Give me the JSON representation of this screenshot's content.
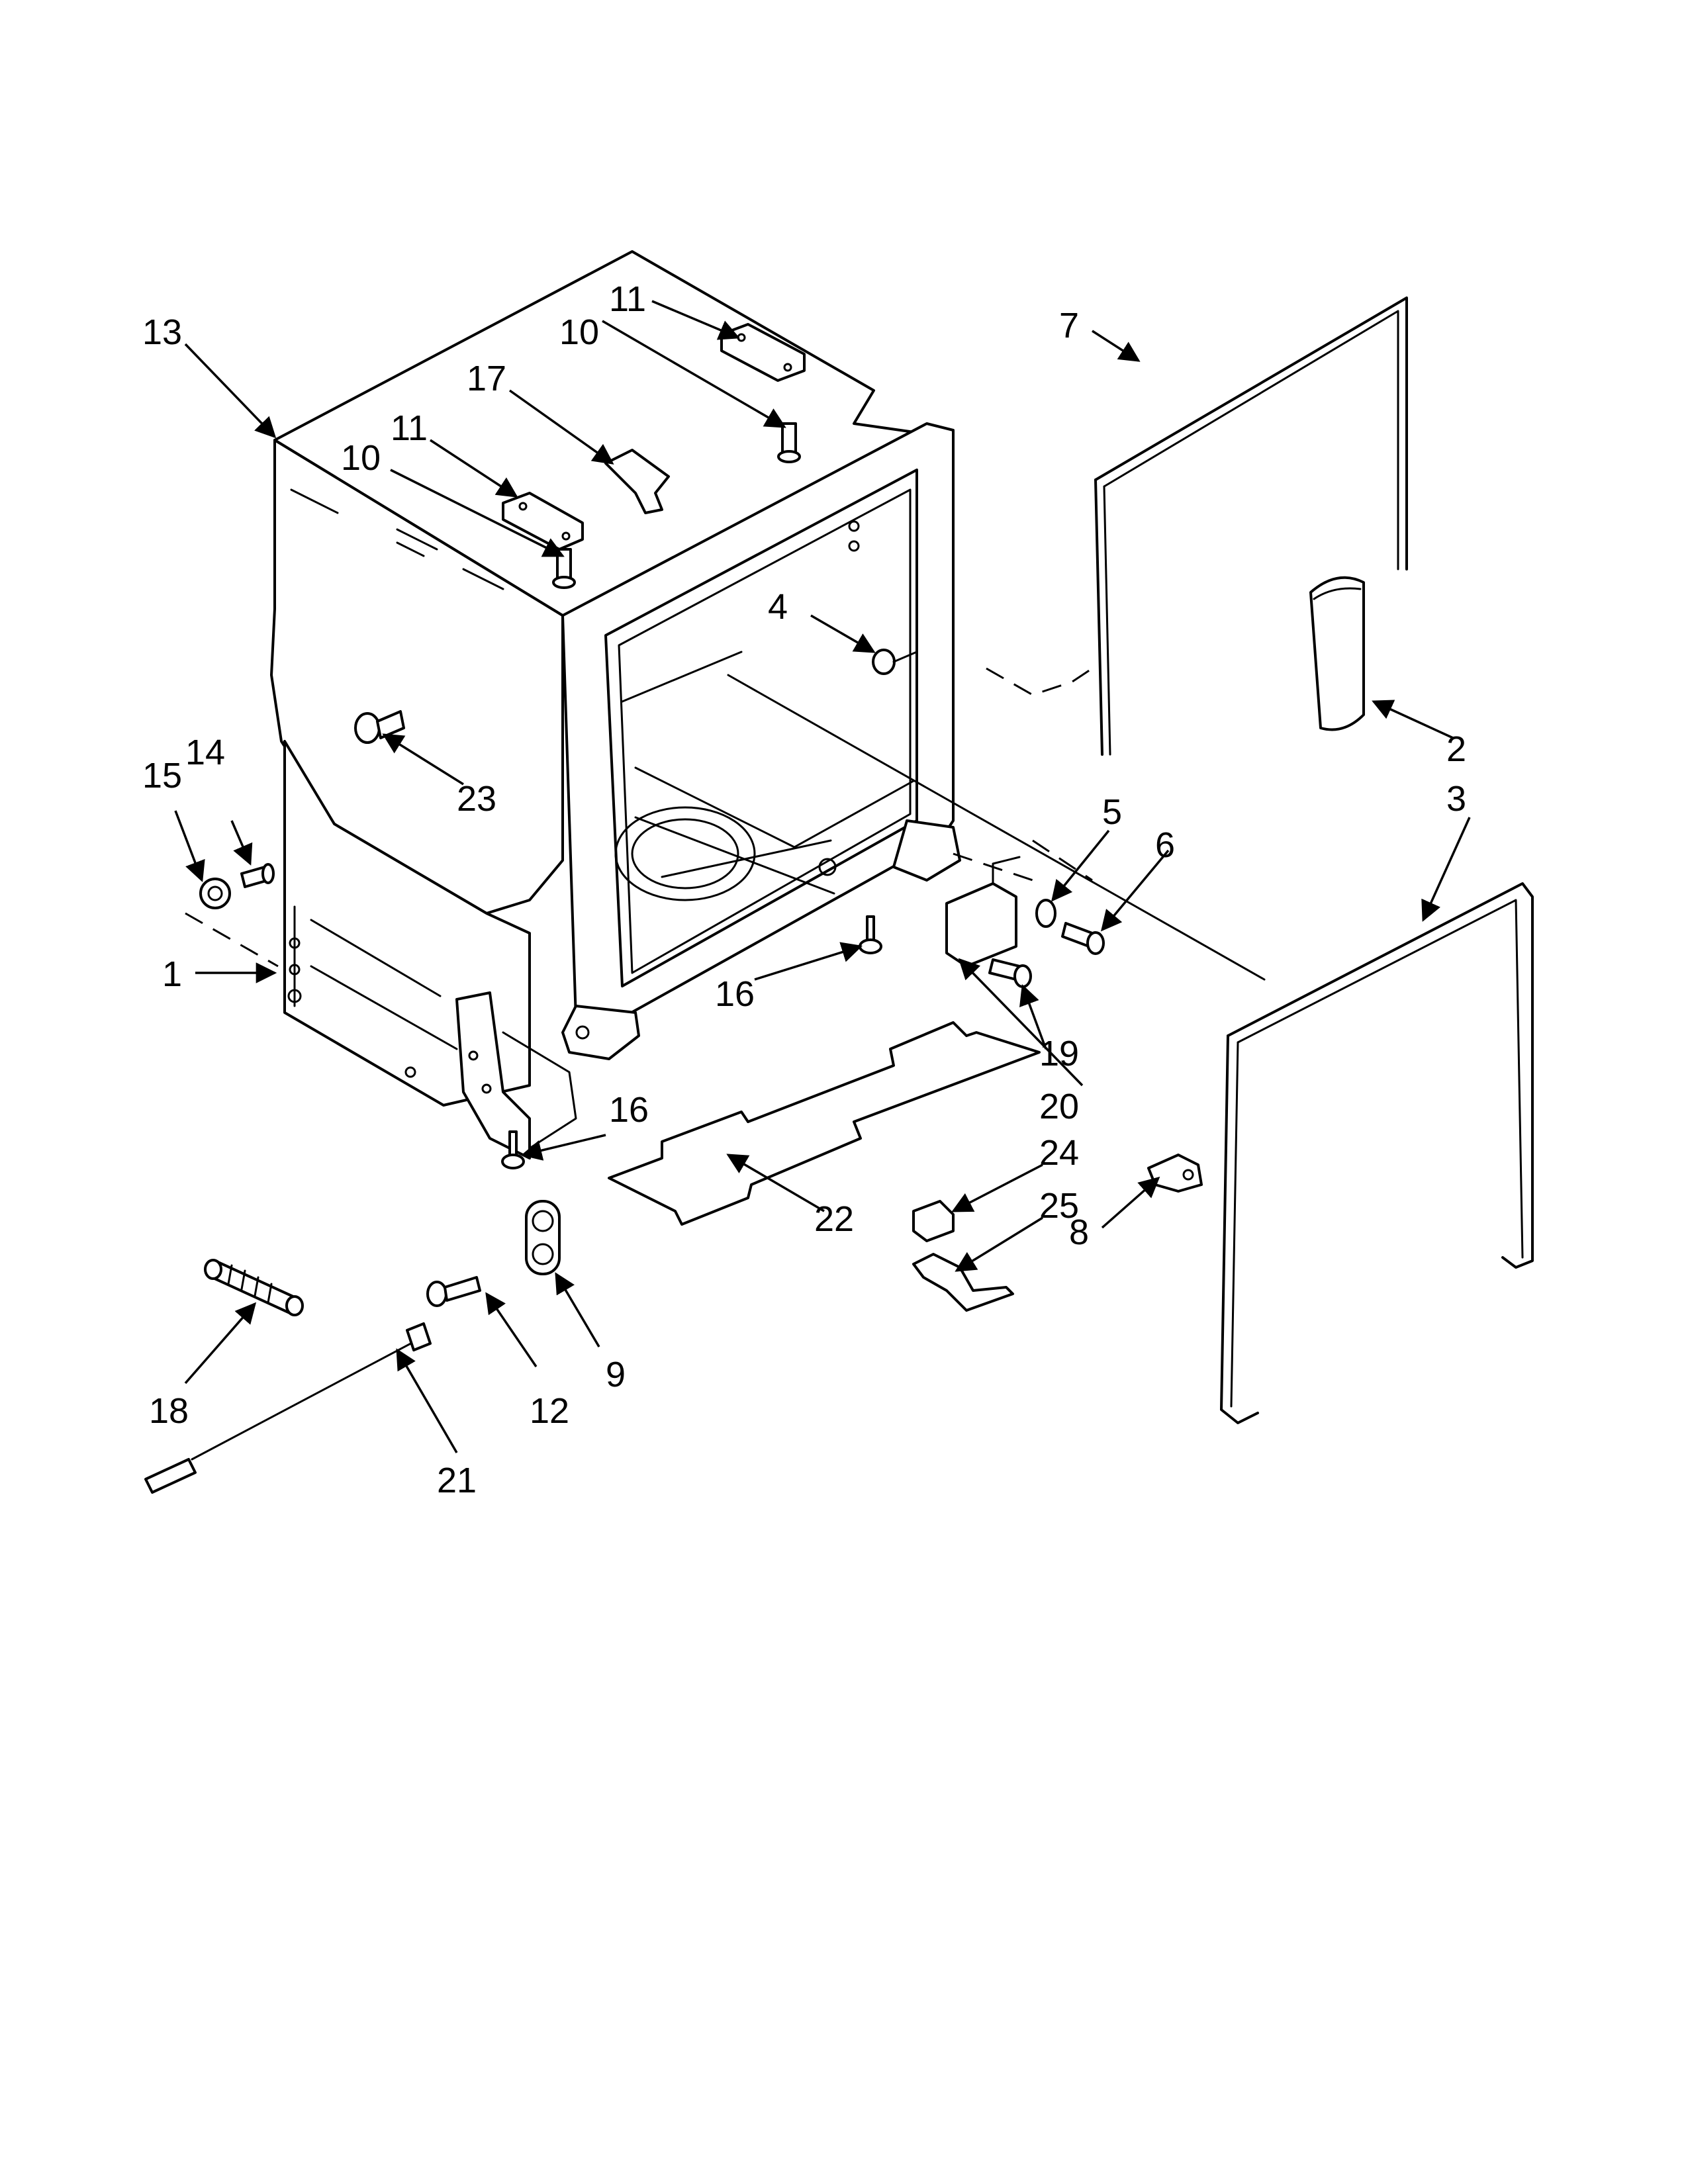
{
  "callouts": {
    "c1": "1",
    "c2": "2",
    "c3": "3",
    "c4": "4",
    "c5": "5",
    "c6": "6",
    "c7": "7",
    "c8": "8",
    "c9": "9",
    "c10a": "10",
    "c10b": "10",
    "c11a": "11",
    "c11b": "11",
    "c12": "12",
    "c13": "13",
    "c14": "14",
    "c15": "15",
    "c16a": "16",
    "c16b": "16",
    "c17": "17",
    "c18": "18",
    "c19": "19",
    "c20": "20",
    "c21": "21",
    "c22": "22",
    "c23": "23",
    "c24": "24",
    "c25": "25"
  },
  "colors": {
    "ink": "#000000",
    "paper": "#ffffff"
  }
}
